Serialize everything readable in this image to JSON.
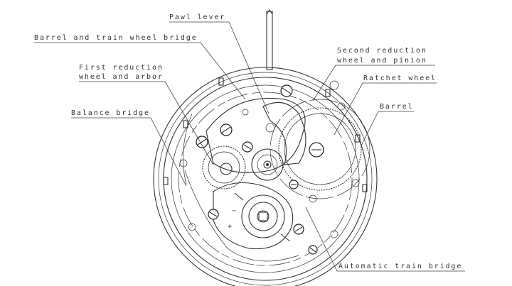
{
  "labels": {
    "pawl_lever": "Pawl lever",
    "barrel_bridge": "Barrel and train wheel bridge",
    "first_reduction_1": "First reduction",
    "first_reduction_2": "wheel and arbor",
    "balance_bridge": "Balance bridge",
    "second_reduction_1": "Second reduction",
    "second_reduction_2": "wheel and pinion",
    "ratchet_wheel": "Ratchet wheel",
    "barrel": "Barrel",
    "automatic_train_bridge": "Automatic train bridge"
  },
  "markings": {
    "minus": "−",
    "plus": "+"
  }
}
